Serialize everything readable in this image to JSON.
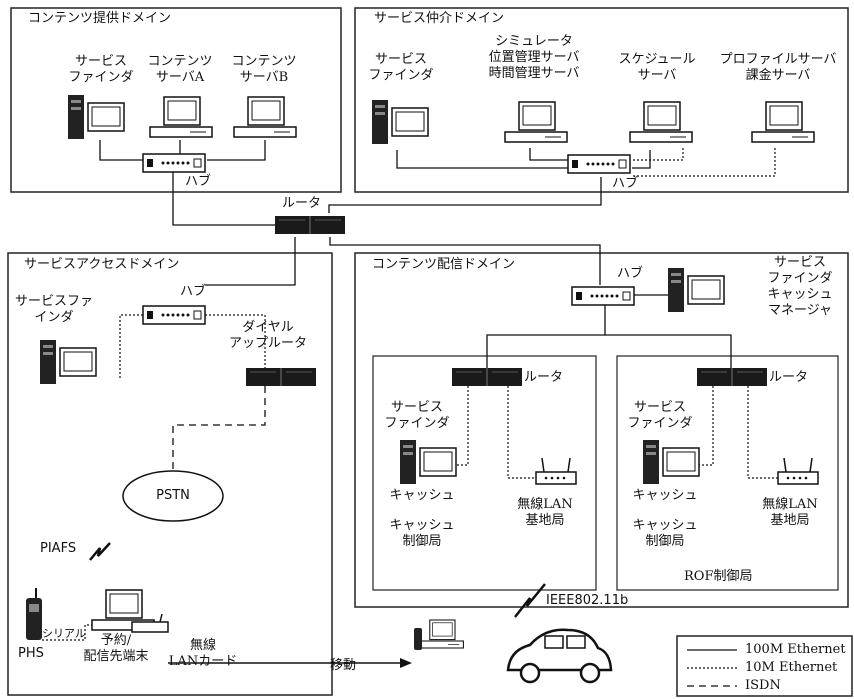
{
  "domains": {
    "content_provider": "コンテンツ提供ドメイン",
    "service_broker": "サービス仲介ドメイン",
    "service_access": "サービスアクセスドメイン",
    "content_delivery": "コンテンツ配信ドメイン"
  },
  "provider": {
    "finder": [
      "サービス",
      "ファインダ"
    ],
    "server_a": [
      "コンテンツ",
      "サーバA"
    ],
    "server_b": [
      "コンテンツ",
      "サーバB"
    ],
    "hub": "ハブ"
  },
  "broker": {
    "finder": [
      "サービス",
      "ファインダ"
    ],
    "sim": [
      "シミュレータ",
      "位置管理サーバ",
      "時間管理サーバ"
    ],
    "schedule": [
      "スケジュール",
      "サーバ"
    ],
    "profile": [
      "プロファイルサーバ",
      "課金サーバ"
    ],
    "hub": "ハブ"
  },
  "core_router": "ルータ",
  "access": {
    "finder": [
      "サービスファ",
      "インダ"
    ],
    "hub": "ハブ",
    "dialup": [
      "ダイヤル",
      "アップルータ"
    ],
    "pstn": "PSTN",
    "piafs": "PIAFS",
    "phs": "PHS",
    "serial": "シリアル",
    "terminal": [
      "予約/",
      "配信先端末"
    ],
    "lan_card": [
      "無線",
      "LANカード"
    ],
    "move": "移動"
  },
  "delivery": {
    "hub": "ハブ",
    "manager": [
      "サービス",
      "ファインダ",
      "キャッシュ",
      "マネージャ"
    ],
    "router1": "ルータ",
    "router2": "ルータ",
    "finder1": [
      "サービス",
      "ファインダ"
    ],
    "finder2": [
      "サービス",
      "ファインダ"
    ],
    "cache1": "キャッシュ",
    "cache2": "キャッシュ",
    "cache_ctrl1": [
      "キャッシュ",
      "制御局"
    ],
    "cache_ctrl2": [
      "キャッシュ",
      "制御局"
    ],
    "wlan1": [
      "無線LAN",
      "基地局"
    ],
    "wlan2": [
      "無線LAN",
      "基地局"
    ],
    "rof": "ROF制御局",
    "ieee": "IEEE802.11b"
  },
  "legend": {
    "solid": "100M Ethernet",
    "dotted": "10M Ethernet",
    "dashed": "ISDN"
  }
}
